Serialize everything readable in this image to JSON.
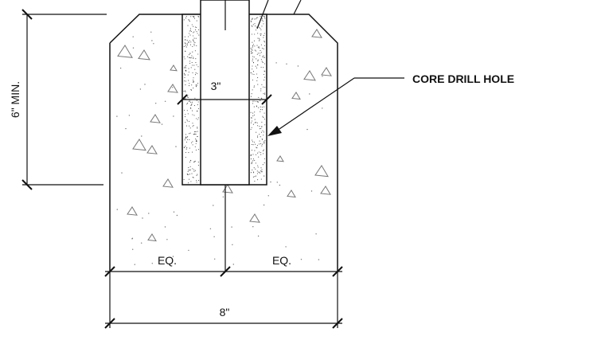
{
  "labels": {
    "core_drill_hole": "CORE DRILL HOLE",
    "min_depth": "6\" MIN.",
    "hole_diameter": "3\"",
    "eq_left": "EQ.",
    "eq_right": "EQ.",
    "overall_width": "8\""
  },
  "colors": {
    "line": "#111111",
    "hatch": "#777777",
    "grout_stipple": "#444444"
  }
}
